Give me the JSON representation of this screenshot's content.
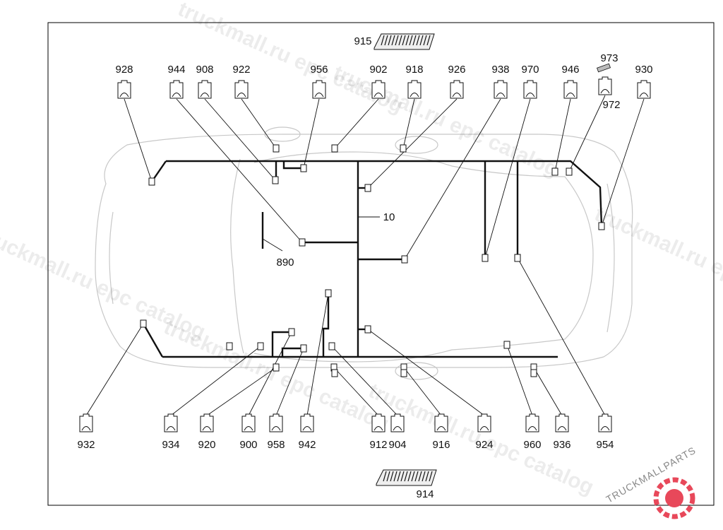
{
  "diagram": {
    "top_parts": [
      "928",
      "944",
      "908",
      "922",
      "956",
      "902",
      "918",
      "926",
      "938",
      "970",
      "946",
      "972",
      "930"
    ],
    "bottom_parts": [
      "932",
      "934",
      "920",
      "900",
      "958",
      "942",
      "912",
      "904",
      "916",
      "924",
      "960",
      "936",
      "954"
    ],
    "module_top": "915",
    "module_bottom": "914",
    "small_part": "973",
    "harness": "10",
    "antenna": "890"
  },
  "watermark": {
    "text": "truckmall.ru epc catalog",
    "logo": "TRUCKMALLPARTS",
    "logo_accent_color": "#e8485a"
  },
  "colors": {
    "wire": "#111111",
    "body_outline": "#c8c8c8"
  }
}
